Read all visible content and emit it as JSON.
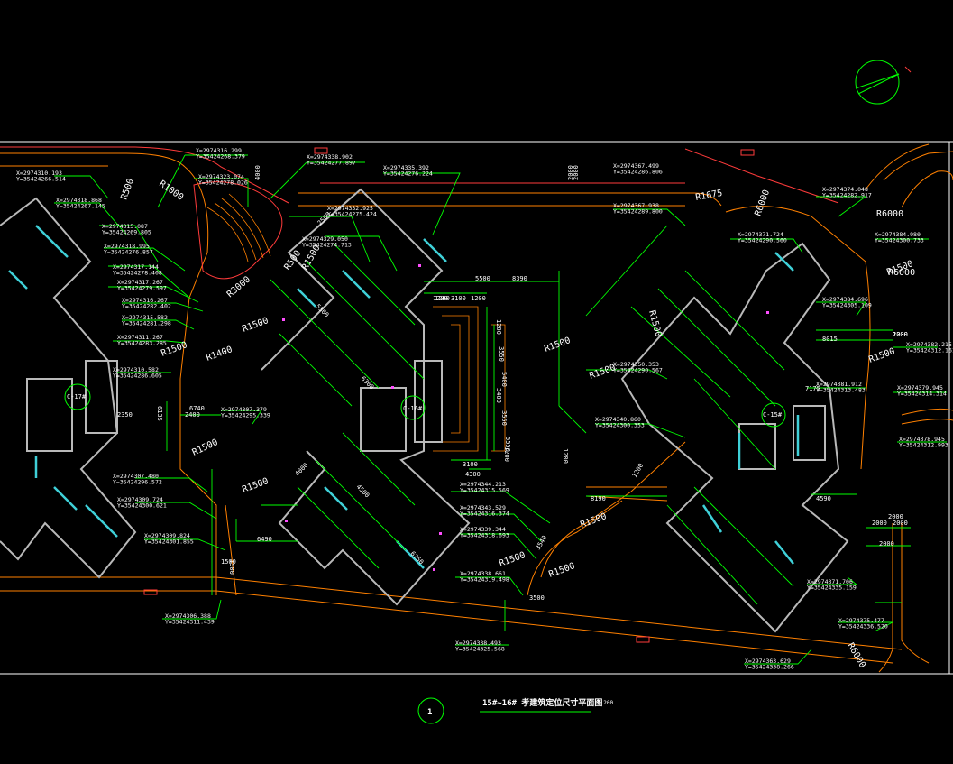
{
  "drawing": {
    "title": "15#~16# 孝建筑定位尺寸平面图",
    "scale": "1:200",
    "view_number": "1",
    "colors": {
      "frame": "#ffffff",
      "dimension": "#00ff00",
      "road": "#ff8000",
      "edge": "#ff3b3b",
      "building": "#b9b9b9",
      "window": "#3fd0d8",
      "text": "#ffffff"
    },
    "building_tags": [
      {
        "id": "c17",
        "label": "C-17#"
      },
      {
        "id": "c16",
        "label": "C-16#"
      },
      {
        "id": "c15",
        "label": "C-15#"
      }
    ],
    "coordinates": [
      {
        "x": "X=2974316.299",
        "y": "Y=35424268.379"
      },
      {
        "x": "X=2974338.902",
        "y": "Y=35424277.897"
      },
      {
        "x": "X=2974310.193",
        "y": "Y=35424266.514"
      },
      {
        "x": "X=2974323.074",
        "y": "Y=35424278.026"
      },
      {
        "x": "X=2974335.392",
        "y": "Y=35424276.224"
      },
      {
        "x": "X=2974367.499",
        "y": "Y=35424286.806"
      },
      {
        "x": "X=2974318.868",
        "y": "Y=35424267.145"
      },
      {
        "x": "X=2974315.087",
        "y": "Y=35424269.805"
      },
      {
        "x": "X=2974332.925",
        "y": "Y=35424275.424"
      },
      {
        "x": "X=2974329.050",
        "y": "Y=35424274.713"
      },
      {
        "x": "X=2974367.938",
        "y": "Y=35424289.800"
      },
      {
        "x": "X=2974371.724",
        "y": "Y=35424290.560"
      },
      {
        "x": "X=2974374.048",
        "y": "Y=35424282.917"
      },
      {
        "x": "X=2974384.980",
        "y": "Y=35424300.733"
      },
      {
        "x": "X=2974318.995",
        "y": "Y=35424276.857"
      },
      {
        "x": "X=2974317.144",
        "y": "Y=35424278.408"
      },
      {
        "x": "X=2974317.267",
        "y": "Y=35424279.597"
      },
      {
        "x": "X=2974316.267",
        "y": "Y=35424282.402"
      },
      {
        "x": "X=2974315.582",
        "y": "Y=35424281.298"
      },
      {
        "x": "X=2974311.267",
        "y": "Y=35424283.285"
      },
      {
        "x": "X=2974384.696",
        "y": "Y=35424305.109"
      },
      {
        "x": "X=2974382.215",
        "y": "Y=35424312.161"
      },
      {
        "x": "X=2974310.582",
        "y": "Y=35424286.605"
      },
      {
        "x": "X=2974350.353",
        "y": "Y=35424290.567"
      },
      {
        "x": "X=2974381.912",
        "y": "Y=35424313.483"
      },
      {
        "x": "X=2974379.945",
        "y": "Y=35424314.314"
      },
      {
        "x": "X=2974307.379",
        "y": "Y=35424295.339"
      },
      {
        "x": "X=2974340.860",
        "y": "Y=35424300.353"
      },
      {
        "x": "X=2974378.945",
        "y": "Y=35424312.993"
      },
      {
        "x": "X=2974307.480",
        "y": "Y=35424296.572"
      },
      {
        "x": "X=2974309.724",
        "y": "Y=35424300.621"
      },
      {
        "x": "X=2974344.213",
        "y": "Y=35424315.569"
      },
      {
        "x": "X=2974343.529",
        "y": "Y=35424316.374"
      },
      {
        "x": "X=2974309.824",
        "y": "Y=35424301.855"
      },
      {
        "x": "X=2974339.344",
        "y": "Y=35424318.693"
      },
      {
        "x": "X=2974338.661",
        "y": "Y=35424319.498"
      },
      {
        "x": "X=2974371.706",
        "y": "Y=35424335.159"
      },
      {
        "x": "X=2974306.388",
        "y": "Y=35424311.439"
      },
      {
        "x": "X=2974375.477",
        "y": "Y=35424336.520"
      },
      {
        "x": "X=2974338.493",
        "y": "Y=35424325.568"
      },
      {
        "x": "X=2974363.629",
        "y": "Y=35424338.266"
      }
    ],
    "radii": [
      "R1000",
      "R500",
      "R3000",
      "R1500",
      "R1675",
      "R6000",
      "R1500",
      "R1500",
      "R1400",
      "R1500",
      "R1500",
      "R6000",
      "R1500",
      "R1500",
      "R1500",
      "R1500",
      "R6000",
      "R500",
      "R1500",
      "R1500",
      "R1500",
      "R1500",
      "R6000"
    ],
    "dimensions": [
      "2000",
      "2000",
      "4000",
      "2000",
      "2000",
      "5500",
      "8390",
      "1200",
      "3100",
      "1200",
      "1200",
      "3550",
      "5400",
      "3400",
      "3550",
      "5550",
      "1200",
      "3100",
      "4300",
      "1200",
      "8190",
      "1200",
      "4590",
      "2000",
      "2000",
      "4000",
      "6740",
      "7175",
      "1200",
      "8015",
      "2000",
      "1500",
      "3500",
      "2400",
      "6135",
      "2350",
      "6490",
      "1500",
      "3540",
      "2500",
      "1200",
      "6250",
      "4500",
      "6300",
      "5300"
    ]
  }
}
